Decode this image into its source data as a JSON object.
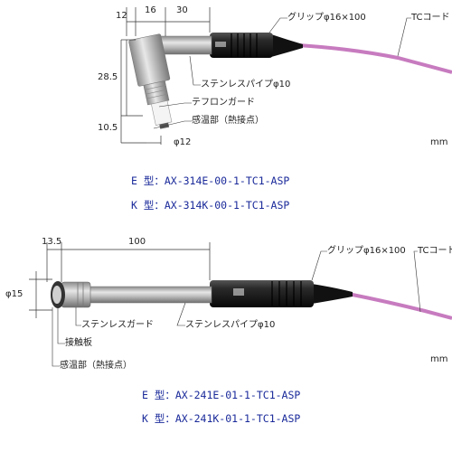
{
  "top": {
    "dims": {
      "d12": "12",
      "d16": "16",
      "d30": "30",
      "d28_5": "28.5",
      "d10_5": "10.5",
      "phi12": "φ12"
    },
    "labels": {
      "grip": "グリップφ16×100",
      "tc_cord": "TCコード",
      "pipe": "ステンレスパイプφ10",
      "teflon": "テフロンガード",
      "sensing": "感温部（熱接点）",
      "unit": "mm"
    },
    "models": {
      "e": "E 型：AX-314E-00-1-TC1-ASP",
      "k": "K 型：AX-314K-00-1-TC1-ASP"
    }
  },
  "bottom": {
    "dims": {
      "d13_5": "13.5",
      "d100": "100",
      "phi15": "φ15"
    },
    "labels": {
      "grip": "グリップφ16×100",
      "tc_cord": "TCコード",
      "guard": "ステンレスガード",
      "pipe": "ステンレスパイプφ10",
      "plate": "接触板",
      "sensing": "感温部（熱接点）",
      "unit": "mm"
    },
    "models": {
      "e": "E 型：AX-241E-01-1-TC1-ASP",
      "k": "K 型：AX-241K-01-1-TC1-ASP"
    }
  },
  "colors": {
    "cable": "#c77bbf",
    "grip": "#1b1b1b",
    "steel": "#b9b9b9",
    "model_text": "#1a2a9a"
  }
}
